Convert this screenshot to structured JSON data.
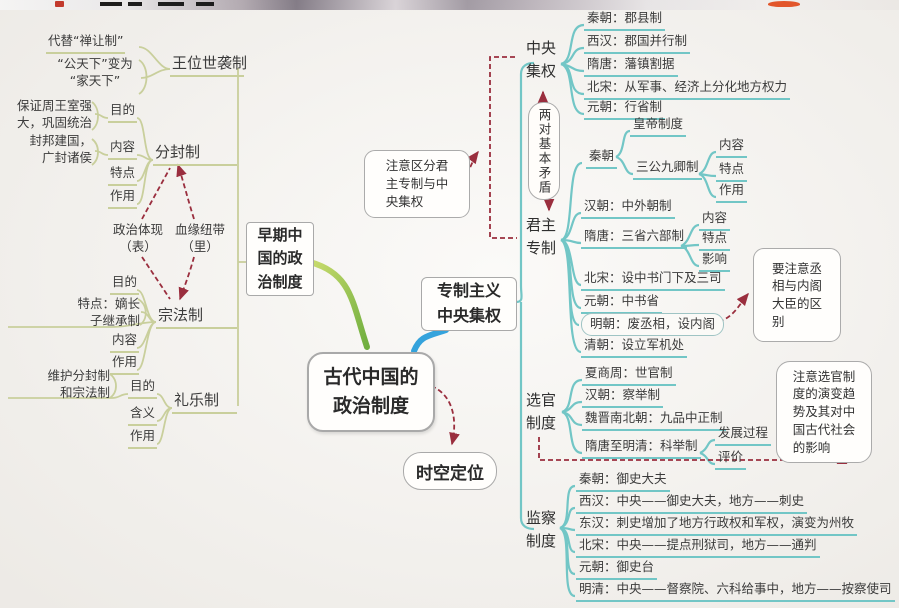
{
  "colors": {
    "background": "#f7f5f1",
    "left_branch_line": "#c9cf9c",
    "right_branch_line": "#72c6c6",
    "center_left_curve": "#7fb743",
    "center_right_curve": "#35a3dc",
    "annotation_arrow": "#9a2e3e",
    "node_border": "#a9a9a9",
    "text": "#3b3b3b"
  },
  "center": {
    "main": "古代中国的\n政治制度",
    "zaoqi": "早期中\n国的政\n治制度",
    "zhuanzhi": "专制主义\n中央集权",
    "shikong": "时空定位"
  },
  "left": {
    "daiti": "代替“禅让制”",
    "gongtianxia": "“公天下”变为\n“家天下”",
    "wangwei": "王位世袭制",
    "baozheng": "保证周王室强\n大，巩固统治",
    "mudi_fen": "目的",
    "fengbang": "封邦建国，\n广封诸侯",
    "neirong_fen": "内容",
    "fenfeng": "分封制",
    "tedian_fen": "特点",
    "zuoyong_fen": "作用",
    "zhengzhi": "政治体现\n（表）",
    "xueyuan": "血缘纽带\n（里）",
    "mudi_zong": "目的",
    "tedian_zong": "特点：嫡长\n子继承制",
    "zongfa": "宗法制",
    "neirong_zong": "内容",
    "zuoyong_zong": "作用",
    "weihu": "维护分封制\n和宗法制",
    "mudi_li": "目的",
    "hanyi": "含义",
    "zuoyong_li": "作用",
    "liyue": "礼乐制"
  },
  "right": {
    "zhongyang": "中央\n集权",
    "liangdui": "两对基本矛盾",
    "junzhu": "君主\n专制",
    "xuanguan": "选官\n制度",
    "jiancha": "监察\n制度",
    "zy": [
      "秦朝：郡县制",
      "西汉：郡国并行制",
      "隋唐：藩镇割据",
      "北宋：从军事、经济上分化地方权力",
      "元朝：行省制"
    ],
    "jz": {
      "qin": "秦朝",
      "huangdi": "皇帝制度",
      "sangong": "三公九卿制",
      "sub1": [
        "内容",
        "特点",
        "作用"
      ],
      "han": "汉朝：中外朝制",
      "sui": "隋唐：三省六部制",
      "sub2": [
        "内容",
        "特点",
        "影响"
      ],
      "bei": "北宋：设中书门下及三司",
      "yuan": "元朝：中书省",
      "ming": "明朝：废丞相，设内阁",
      "qing": "清朝：设立军机处"
    },
    "xg": {
      "items": [
        "夏商周：世官制",
        "汉朝：察举制",
        "魏晋南北朝：九品中正制",
        "隋唐至明清：科举制"
      ],
      "sub": [
        "发展过程",
        "评价"
      ]
    },
    "jc": [
      "秦朝：御史大夫",
      "西汉：中央——御史大夫，地方——刺史",
      "东汉：刺史增加了地方行政权和军权，演变为州牧",
      "北宋：中央——提点刑狱司，地方——通判",
      "元朝：御史台",
      "明清：中央——督察院、六科给事中，地方——按察使司"
    ]
  },
  "notes": {
    "qufen": "注意区分君\n主专制与中\n央集权",
    "chengxiang": "要注意丞\n相与内阁\n大臣的区\n别",
    "xuanguan": "注意选官制\n度的演变趋\n势及其对中\n国古代社会\n的影响"
  }
}
